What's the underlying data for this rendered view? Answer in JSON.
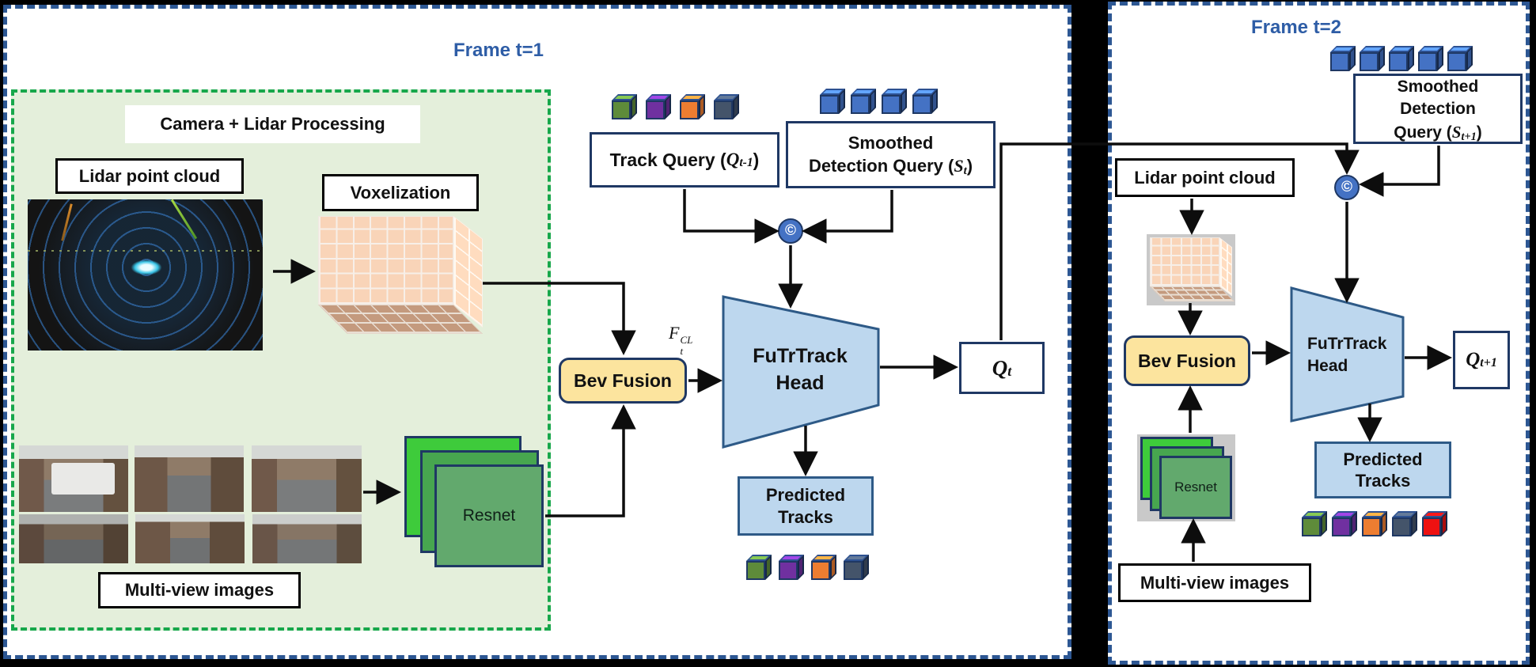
{
  "colors": {
    "panel_border": "#2d5793",
    "frame_title": "#2e5da6",
    "green_dash": "#17a74b",
    "green_fill": "#e4efdb",
    "navy": "#1f3864",
    "shape_blue_fill": "#bdd7ee",
    "shape_blue_border": "#2e5a87",
    "yellow_fill": "#fce49e",
    "concat_fill": "#4472c4",
    "voxel_face": "#f9d4b8",
    "voxel_bottom": "#c49a7e",
    "resnet_back": "#3ecb3b",
    "resnet_mid": "#47a64f",
    "resnet_front": "#62a96d",
    "arrow": "#0d0d0d"
  },
  "frame1": {
    "title": "Frame t=1",
    "processing_label": "Camera + Lidar Processing",
    "lidar_label": "Lidar point cloud",
    "voxelization_label": "Voxelization",
    "multiview_label": "Multi-view images",
    "resnet_label": "Resnet",
    "bev_label": "Bev Fusion",
    "feature": {
      "base": "F",
      "sup": "CL",
      "sub": "t"
    },
    "track_query": {
      "prefix": "Track Query (",
      "base": "Q",
      "sub": "t-1",
      "suffix": ")"
    },
    "smoothed": {
      "line1": "Smoothed",
      "line2_prefix": "Detection Query (",
      "base": "S",
      "sub": "t",
      "suffix": ")"
    },
    "concat": "©",
    "head_label": "FuTrTrack Head",
    "q": {
      "base": "Q",
      "sub": "t"
    },
    "predicted_label": "Predicted Tracks"
  },
  "frame2": {
    "title": "Frame t=2",
    "smoothed": {
      "line1": "Smoothed",
      "line2": "Detection",
      "line3_prefix": "Query (",
      "base": "S",
      "sub": "t+1",
      "suffix": ")"
    },
    "lidar_label": "Lidar point cloud",
    "bev_label": "Bev Fusion",
    "head_label": "FuTrTrack Head",
    "q": {
      "base": "Q",
      "sub": "t+1"
    },
    "predicted_label": "Predicted Tracks",
    "resnet_label": "Resnet",
    "multiview_label": "Multi-view images",
    "concat": "©"
  },
  "cubes": {
    "track_query": [
      "#5e8b3a",
      "#7030a0",
      "#ed7d31",
      "#44546a"
    ],
    "smoothed_t1": [
      "#4472c4",
      "#4472c4",
      "#4472c4",
      "#4472c4"
    ],
    "smoothed_t2": [
      "#4472c4",
      "#4472c4",
      "#4472c4",
      "#4472c4",
      "#4472c4"
    ],
    "predicted_t1": [
      "#5e8b3a",
      "#7030a0",
      "#ed7d31",
      "#44546a"
    ],
    "predicted_t2": [
      "#5e8b3a",
      "#7030a0",
      "#ed7d31",
      "#44546a",
      "#ee1111"
    ]
  }
}
